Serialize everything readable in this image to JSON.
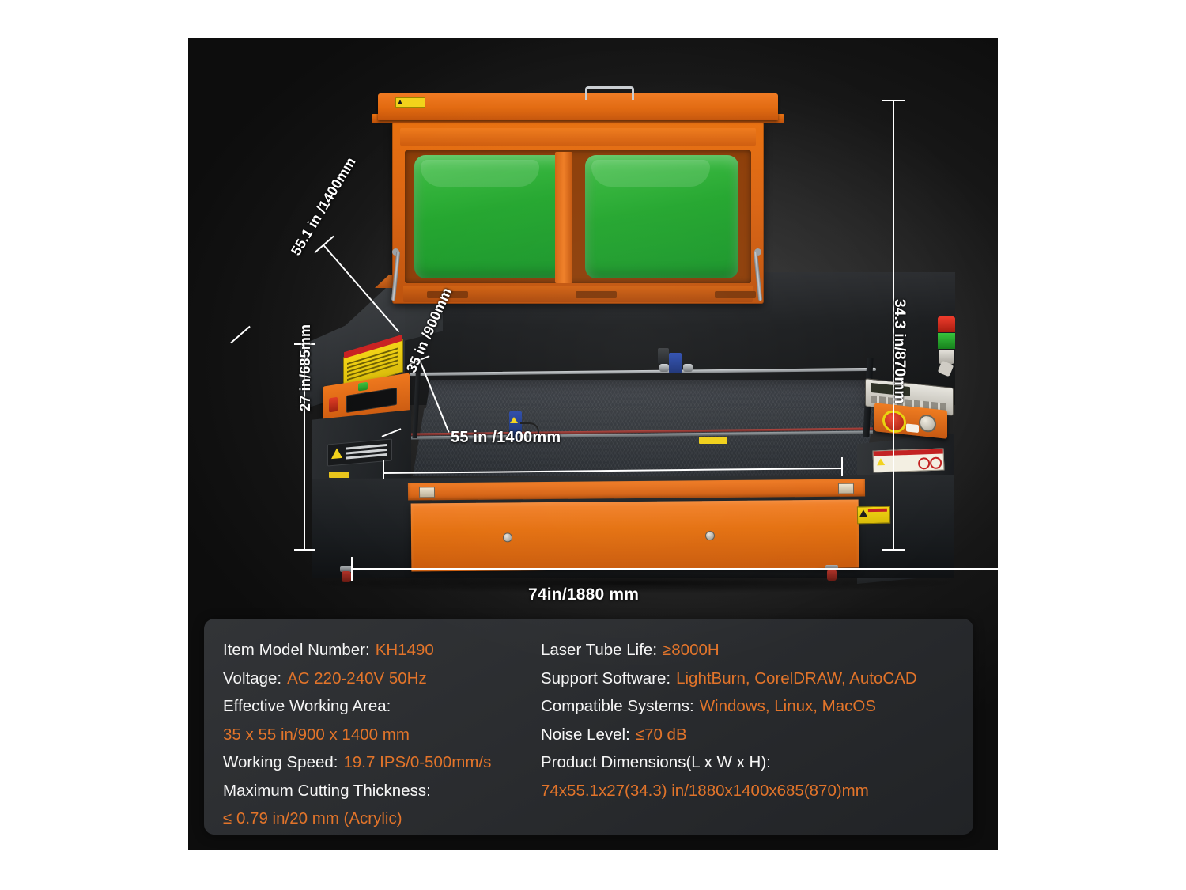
{
  "product": {
    "type": "co2-laser-engraver-cutter",
    "body_color": "#e8700f",
    "panel_color": "#22c72a",
    "accent_color": "#e2742a"
  },
  "dimensions": {
    "height_overall": "34.3 in/870mm",
    "width_overall": "74in/1880 mm",
    "height_body": "27 in/685mm",
    "depth_overall": "55.1 in /1400mm",
    "bed_depth": "35 in /900mm",
    "bed_width": "55 in /1400mm"
  },
  "specs": {
    "left": [
      {
        "label": "Item Model Number:",
        "value": "KH1490"
      },
      {
        "label": "Voltage:",
        "value": "AC 220-240V 50Hz"
      },
      {
        "label": "Effective Working Area:",
        "value": ""
      },
      {
        "label": "",
        "value": "35 x 55 in/900 x 1400 mm"
      },
      {
        "label": "Working Speed:",
        "value": "19.7 IPS/0-500mm/s"
      },
      {
        "label": "Maximum Cutting Thickness:",
        "value": ""
      },
      {
        "label": "",
        "value": "≤ 0.79 in/20 mm (Acrylic)"
      }
    ],
    "right": [
      {
        "label": "Laser Tube Life:",
        "value": "≥8000H"
      },
      {
        "label": "Support Software:",
        "value": "LightBurn, CorelDRAW, AutoCAD"
      },
      {
        "label": "Compatible Systems:",
        "value": "Windows, Linux, MacOS"
      },
      {
        "label": "Noise Level:",
        "value": "≤70 dB"
      },
      {
        "label": "Product Dimensions(L x W x H):",
        "value": ""
      },
      {
        "label": "",
        "value": "74x55.1x27(34.3) in/1880x1400x685(870)mm"
      }
    ]
  }
}
